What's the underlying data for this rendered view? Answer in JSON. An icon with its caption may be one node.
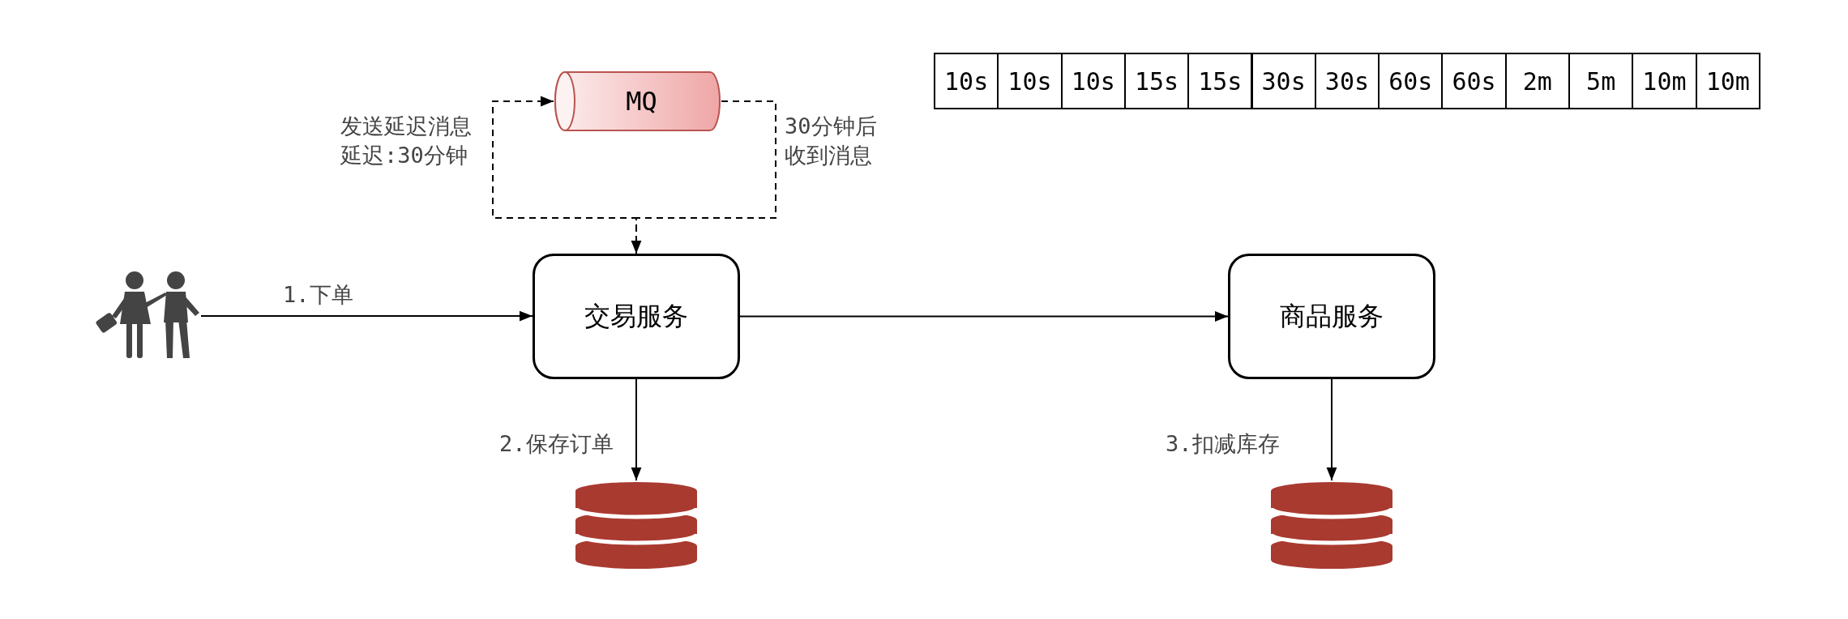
{
  "diagram": {
    "nodes": [
      {
        "text": [],
        "shape": "person"
      },
      {
        "text": [
          "MQ"
        ]
      },
      {
        "text": [
          "交易服务"
        ]
      },
      {
        "text": [
          "商品服务"
        ]
      },
      {
        "text": [],
        "shape": "cylinder"
      },
      {
        "text": [],
        "shape": "cylinder"
      }
    ],
    "edges": [
      {
        "from": 0,
        "to": 2,
        "arrow": "to",
        "label": "1.下单"
      },
      {
        "from": 2,
        "to": 1,
        "arrow": "to",
        "style": "dashed",
        "label": "发送延迟消息延迟:30分钟"
      },
      {
        "from": 1,
        "to": 2,
        "arrow": "to",
        "style": "dashed",
        "label": "30分钟后收到消息"
      },
      {
        "from": 2,
        "to": 3,
        "arrow": "to"
      },
      {
        "from": 2,
        "to": 4,
        "arrow": "to",
        "label": "2.保存订单"
      },
      {
        "from": 3,
        "to": 5,
        "arrow": "to",
        "label": "3.扣减库存"
      }
    ],
    "labels": [
      "10s",
      "10s",
      "10s",
      "15s",
      "15s",
      "30s",
      "30s",
      "60s",
      "60s",
      "2m",
      "5m",
      "10m",
      "10m"
    ]
  }
}
